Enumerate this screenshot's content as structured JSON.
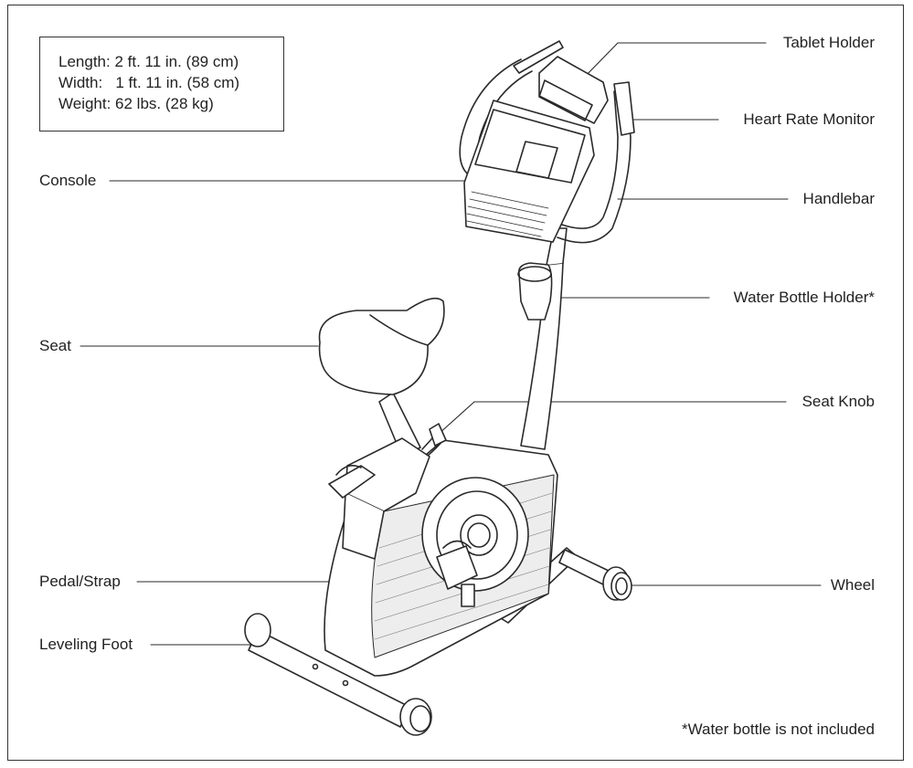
{
  "specs": {
    "length": "Length: 2 ft. 11 in. (89 cm)",
    "width": "Width:   1 ft. 11 in. (58 cm)",
    "weight": "Weight: 62 lbs. (28 kg)"
  },
  "labels": {
    "tablet_holder": "Tablet Holder",
    "heart_rate_monitor": "Heart Rate Monitor",
    "console": "Console",
    "handlebar": "Handlebar",
    "water_bottle_holder": "Water Bottle Holder*",
    "seat": "Seat",
    "seat_knob": "Seat Knob",
    "pedal_strap": "Pedal/Strap",
    "wheel": "Wheel",
    "leveling_foot": "Leveling Foot"
  },
  "footnote": "*Water bottle is not included"
}
